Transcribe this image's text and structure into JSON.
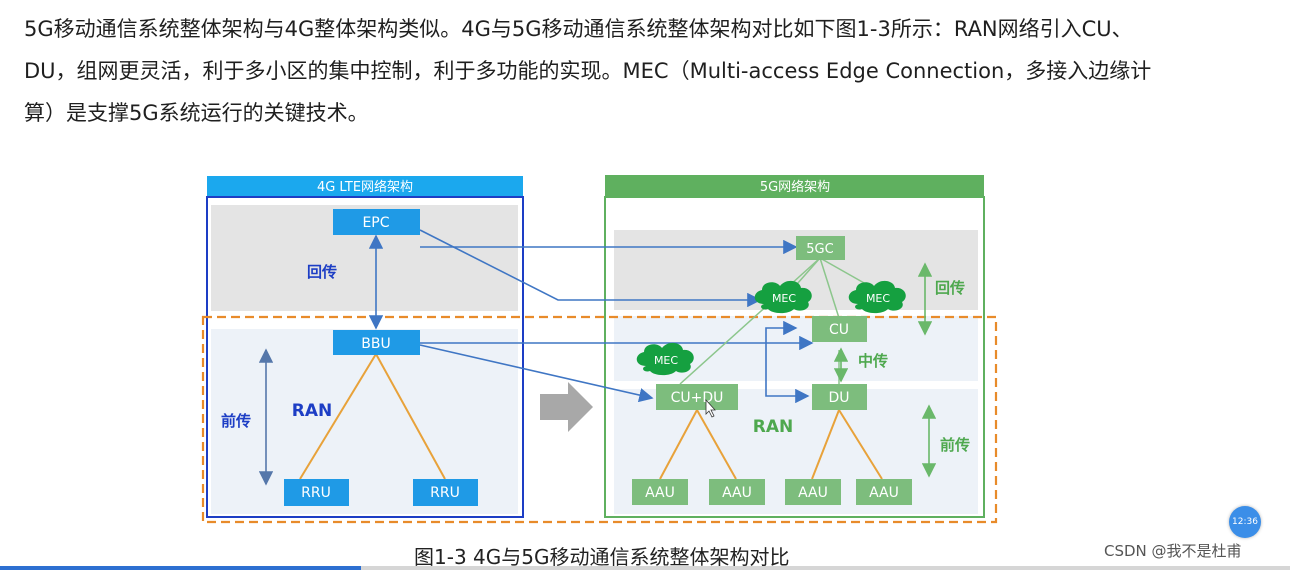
{
  "paragraph": {
    "line1": "5G移动通信系统整体架构与4G整体架构类似。4G与5G移动通信系统整体架构对比如下图1-3所示：RAN网络引入CU、",
    "line2": "DU，组网更灵活，利于多小区的集中控制，利于多功能的实现。MEC（Multi-access Edge Connection，多接入边缘计",
    "line3": "算）是支撑5G系统运行的关键技术。"
  },
  "diagram": {
    "lte": {
      "title": "4G LTE网络架构",
      "epc": "EPC",
      "bbu": "BBU",
      "rru": [
        "RRU",
        "RRU"
      ],
      "backhaul": "回传",
      "fronthaul": "前传",
      "ran": "RAN"
    },
    "nr": {
      "title": "5G网络架构",
      "core": "5GC",
      "mec": [
        "MEC",
        "MEC",
        "MEC"
      ],
      "cu": "CU",
      "du": "DU",
      "cudu": "CU+DU",
      "aau": [
        "AAU",
        "AAU",
        "AAU",
        "AAU"
      ],
      "backhaul": "回传",
      "midhaul": "中传",
      "fronthaul": "前传",
      "ran": "RAN"
    },
    "colors": {
      "lte_blue": "#1d3ec5",
      "lte_header": "#1ba8ee",
      "nr_green": "#5fb05f",
      "node_blue": "#1f9ae6",
      "node_green": "#7dbd7d",
      "mec_green": "#15a040",
      "ran_dash": "#e88b2a",
      "link": "#3f76c4"
    }
  },
  "caption": "图1-3  4G与5G移动通信系统整体架构对比",
  "watermark": "CSDN @我不是杜甫",
  "clock_time": "12:36"
}
